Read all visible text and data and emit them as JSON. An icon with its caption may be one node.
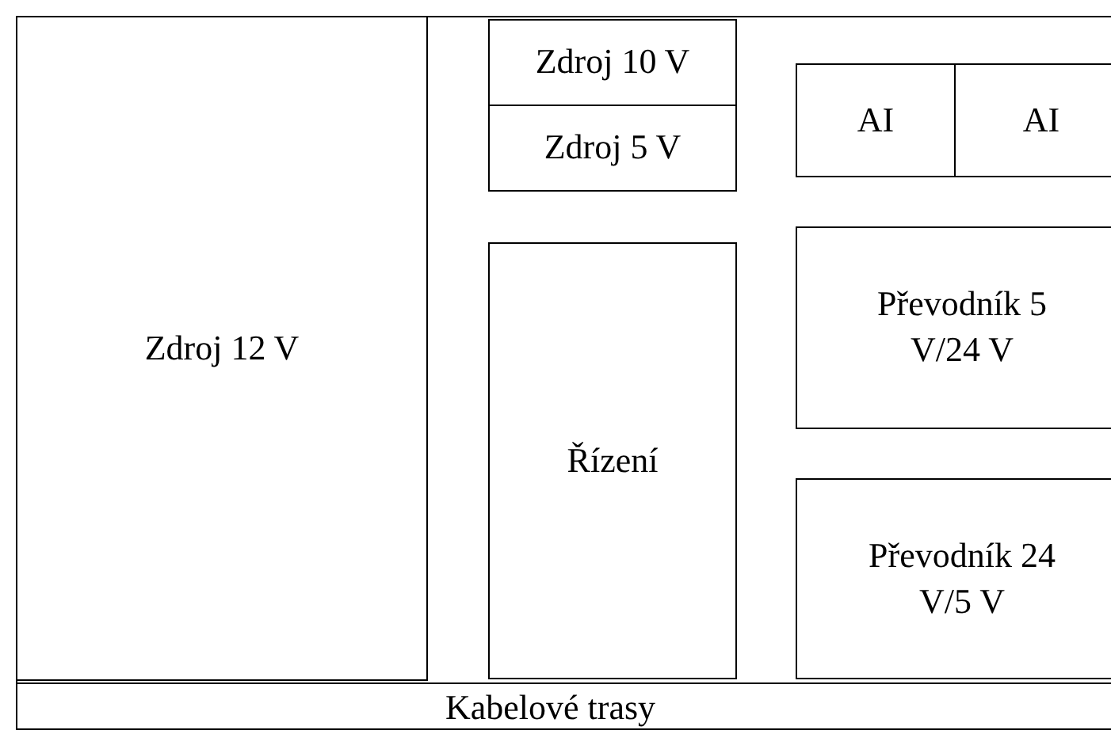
{
  "diagram": {
    "nodes": [
      {
        "text": [
          "Zdroj 12 V"
        ]
      },
      {
        "text": [
          "Zdroj 10 V"
        ]
      },
      {
        "text": [
          "Zdroj 5 V"
        ]
      },
      {
        "text": [
          "AI"
        ]
      },
      {
        "text": [
          "AI"
        ]
      },
      {
        "text": [
          "Převodník 5 V/24 V"
        ]
      },
      {
        "text": [
          "Řízení"
        ]
      },
      {
        "text": [
          "Převodník 24 V/5 V"
        ]
      },
      {
        "text": [
          "Kabelové trasy"
        ]
      }
    ],
    "edges": []
  }
}
